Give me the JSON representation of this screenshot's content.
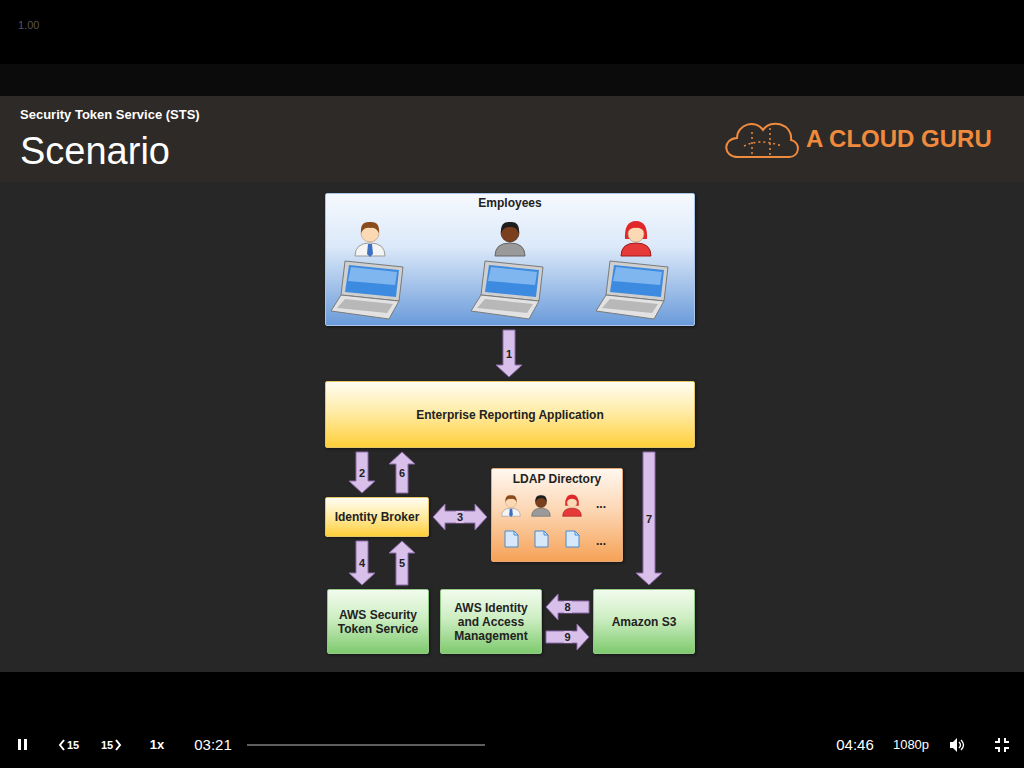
{
  "diagram": {
    "title": "Scenario",
    "nodes": [
      {
        "text": [
          "Employees"
        ]
      },
      {
        "text": [
          "Enterprise Reporting Application"
        ]
      },
      {
        "text": [
          "Identity Broker"
        ]
      },
      {
        "text": [
          "LDAP Directory",
          "...",
          "..."
        ]
      },
      {
        "text": [
          "AWS Security Token Service"
        ]
      },
      {
        "text": [
          "AWS Identity and Access Management"
        ]
      },
      {
        "text": [
          "Amazon S3"
        ]
      }
    ],
    "edges": [
      {
        "from": 0,
        "to": 1,
        "label": "1",
        "arrow": "to"
      },
      {
        "from": 1,
        "to": 2,
        "label": "2",
        "arrow": "to"
      },
      {
        "from": 2,
        "to": 3,
        "label": "3",
        "arrow": "both"
      },
      {
        "from": 2,
        "to": 4,
        "label": "4",
        "arrow": "to"
      },
      {
        "from": 4,
        "to": 2,
        "label": "5",
        "arrow": "to"
      },
      {
        "from": 2,
        "to": 1,
        "label": "6",
        "arrow": "to"
      },
      {
        "from": 1,
        "to": 6,
        "label": "7",
        "arrow": "to"
      },
      {
        "from": 6,
        "to": 5,
        "label": "8",
        "arrow": "to"
      },
      {
        "from": 5,
        "to": 6,
        "label": "9",
        "arrow": "to"
      }
    ],
    "labels": [
      "1.00",
      "Security Token Service (STS)",
      "A CLOUD GURU",
      "15",
      "15",
      "1x",
      "03:21",
      "04:46",
      "1080p"
    ]
  }
}
